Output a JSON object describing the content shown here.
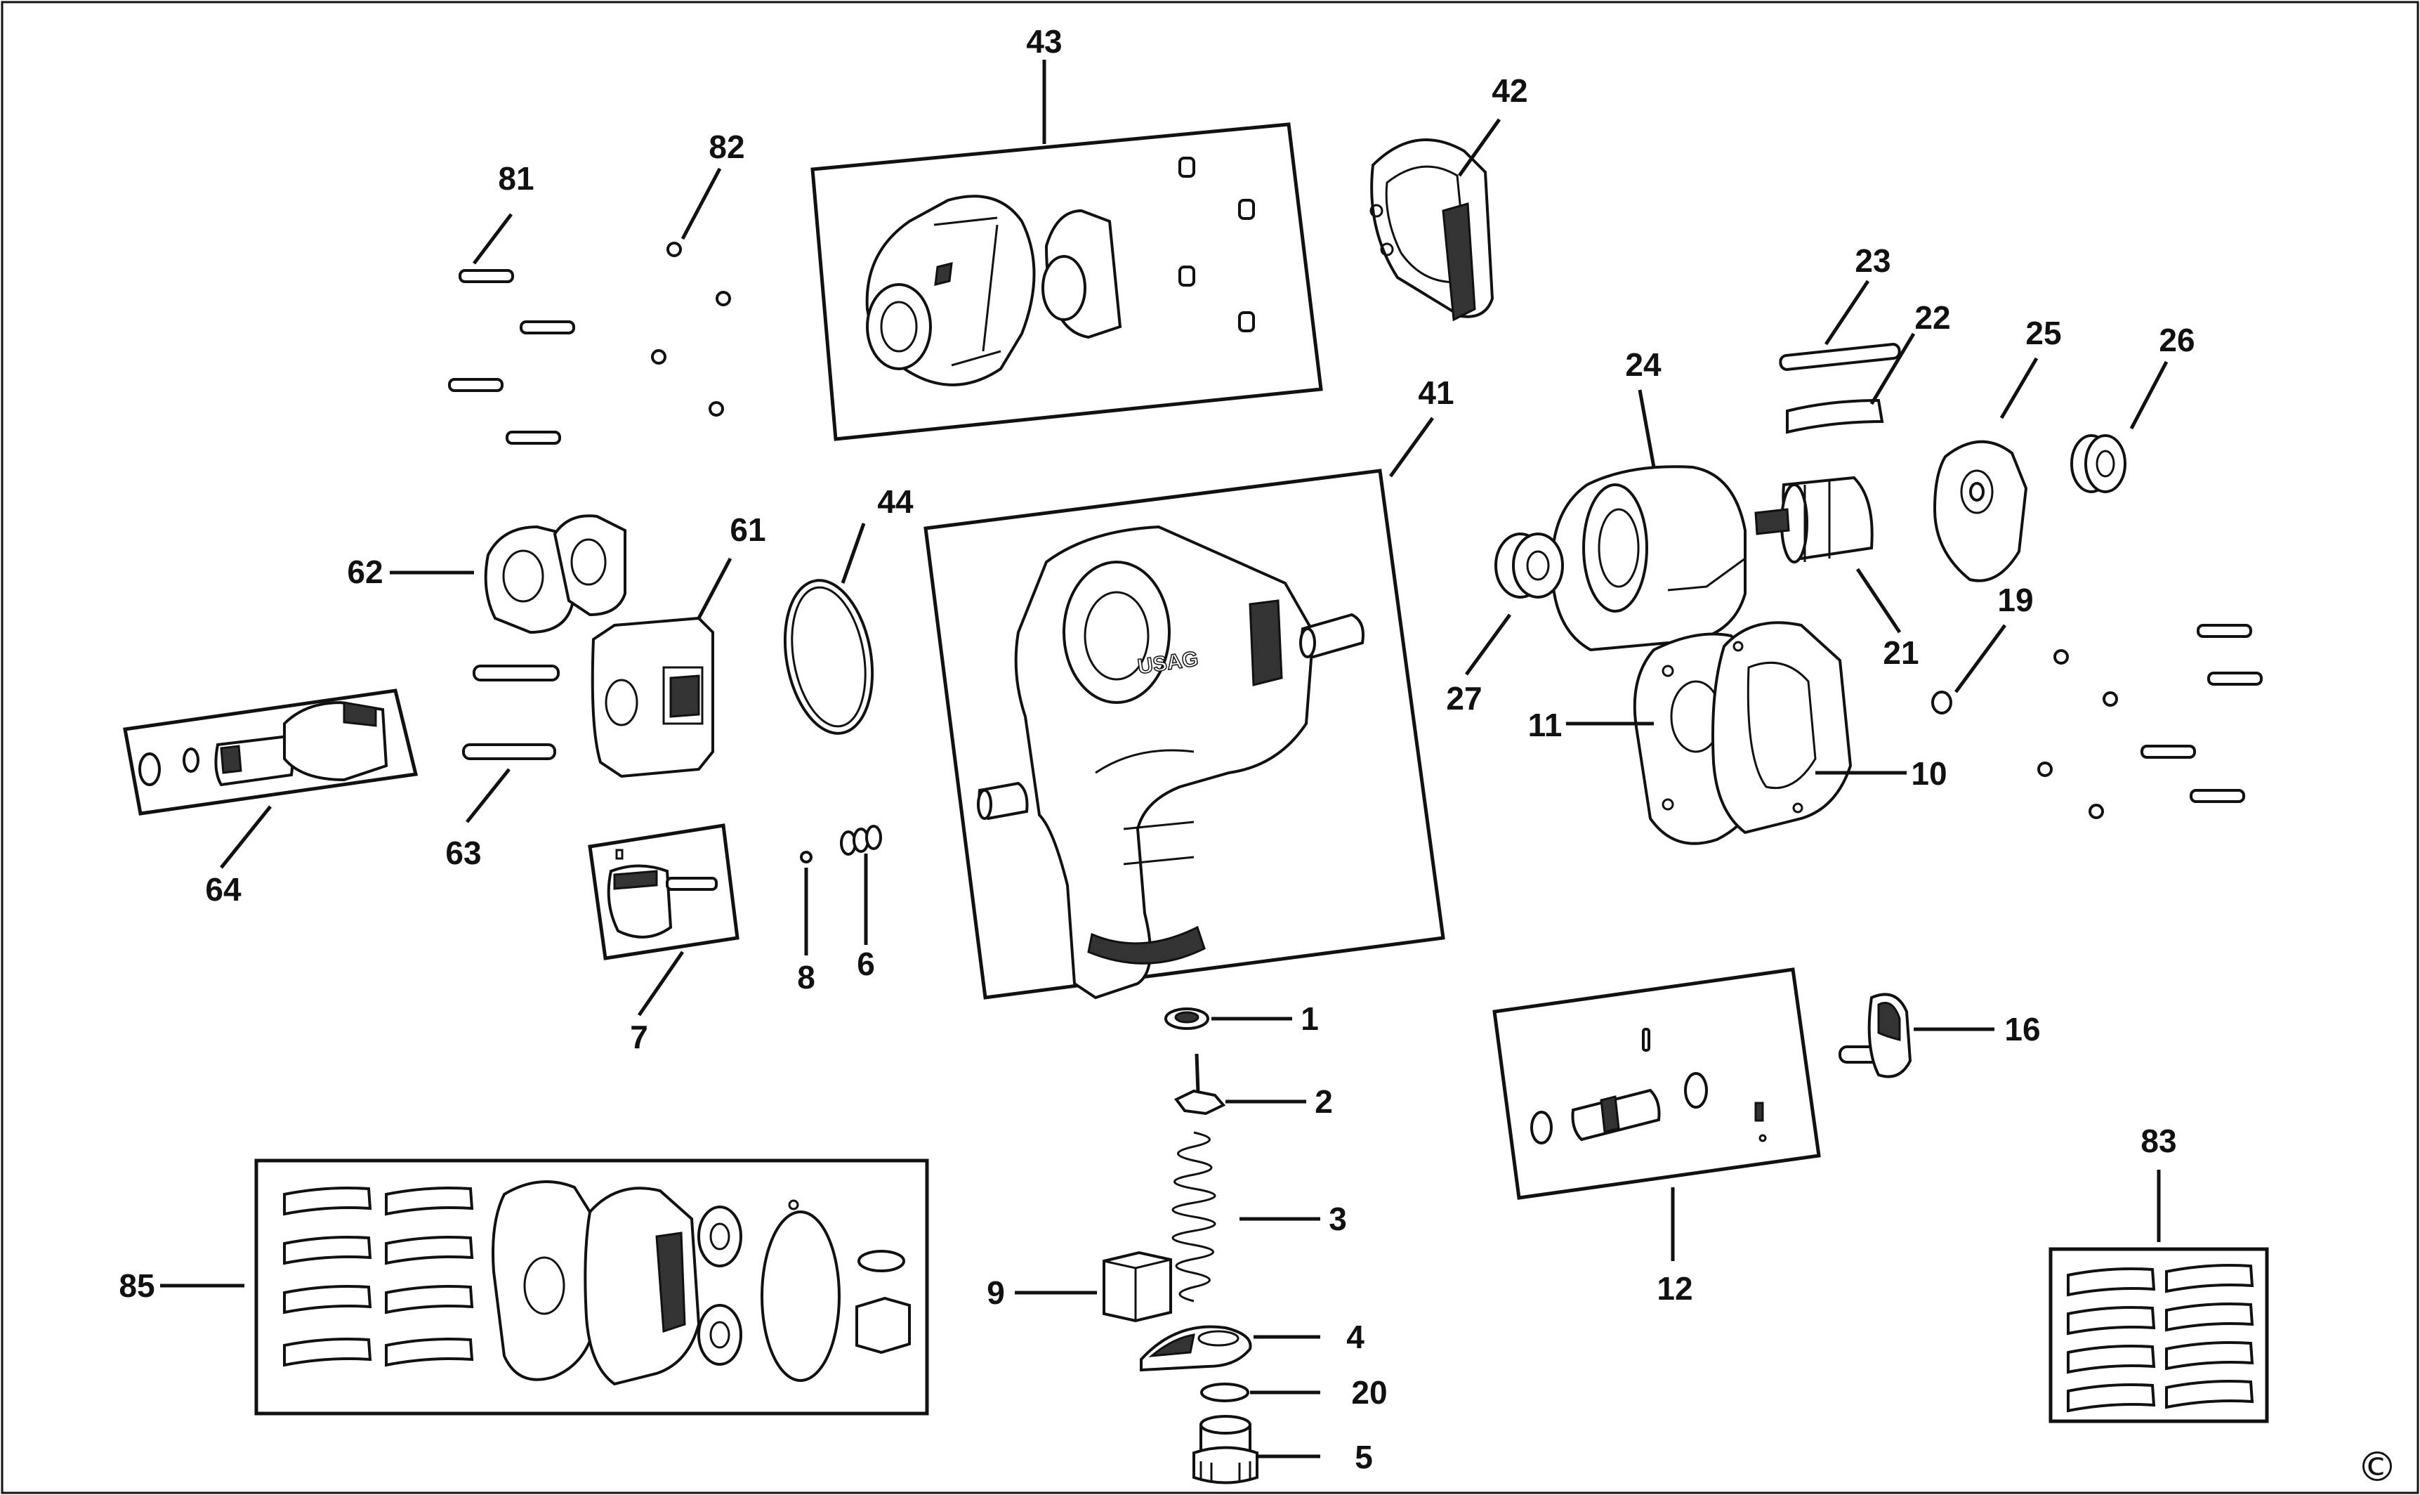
{
  "diagram": {
    "copyright_symbol": "©",
    "callouts": [
      {
        "id": "43",
        "label": "43"
      },
      {
        "id": "42",
        "label": "42"
      },
      {
        "id": "81",
        "label": "81"
      },
      {
        "id": "82",
        "label": "82"
      },
      {
        "id": "41",
        "label": "41"
      },
      {
        "id": "44",
        "label": "44"
      },
      {
        "id": "61",
        "label": "61"
      },
      {
        "id": "62",
        "label": "62"
      },
      {
        "id": "63",
        "label": "63"
      },
      {
        "id": "64",
        "label": "64"
      },
      {
        "id": "7",
        "label": "7"
      },
      {
        "id": "8",
        "label": "8"
      },
      {
        "id": "6",
        "label": "6"
      },
      {
        "id": "23",
        "label": "23"
      },
      {
        "id": "22",
        "label": "22"
      },
      {
        "id": "24",
        "label": "24"
      },
      {
        "id": "25",
        "label": "25"
      },
      {
        "id": "26",
        "label": "26"
      },
      {
        "id": "27",
        "label": "27"
      },
      {
        "id": "21",
        "label": "21"
      },
      {
        "id": "19",
        "label": "19"
      },
      {
        "id": "11",
        "label": "11"
      },
      {
        "id": "10",
        "label": "10"
      },
      {
        "id": "1",
        "label": "1"
      },
      {
        "id": "2",
        "label": "2"
      },
      {
        "id": "3",
        "label": "3"
      },
      {
        "id": "4",
        "label": "4"
      },
      {
        "id": "20",
        "label": "20"
      },
      {
        "id": "5",
        "label": "5"
      },
      {
        "id": "9",
        "label": "9"
      },
      {
        "id": "16",
        "label": "16"
      },
      {
        "id": "12",
        "label": "12"
      },
      {
        "id": "83",
        "label": "83"
      },
      {
        "id": "85",
        "label": "85"
      }
    ],
    "brand_mark": "USAG"
  }
}
